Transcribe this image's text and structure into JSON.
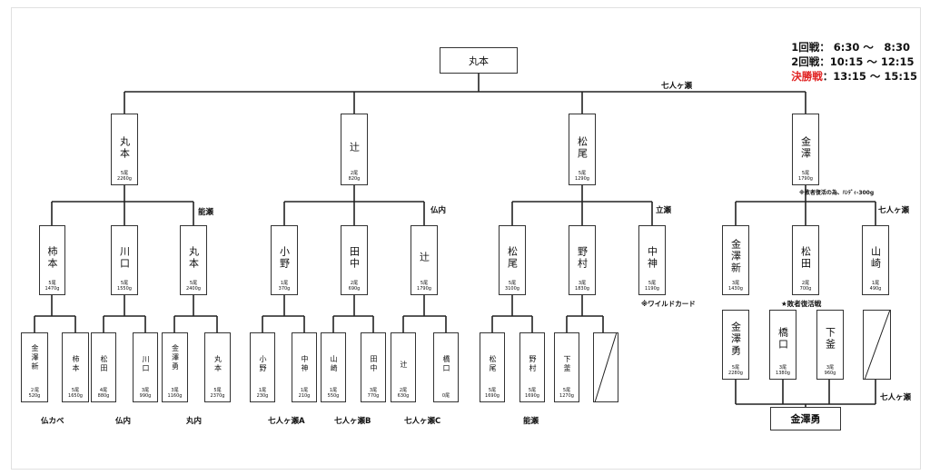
{
  "champion": "丸本",
  "schedule": [
    {
      "round": "1回戦",
      "colon": "：",
      "time": " 6:30 〜　8:30",
      "highlight": false
    },
    {
      "round": "2回戦",
      "colon": "：",
      "time": "10:15 〜 12:15",
      "highlight": false
    },
    {
      "round": "決勝戦",
      "colon": "：",
      "time": "13:15 〜 15:15",
      "highlight": true
    }
  ],
  "final_venue": "七人ヶ瀬",
  "round2": [
    {
      "name": "丸本",
      "count": "5尾",
      "weight": "2260g",
      "venue": "能瀬"
    },
    {
      "name": "辻",
      "count": "2尾",
      "weight": "820g",
      "venue": "仏内"
    },
    {
      "name": "松尾",
      "count": "5尾",
      "weight": "1290g",
      "venue": "立瀬"
    },
    {
      "name": "金澤",
      "count": "5尾",
      "weight": "1790g",
      "venue": "七人ヶ瀬"
    }
  ],
  "notes": {
    "handicap": "※敗者復活の為、ﾊﾝﾃﾞｨ-300g",
    "wildcard": "※ワイルドカード",
    "repechage": "★敗者復活戦"
  },
  "round1": [
    {
      "name": "柿本",
      "count": "5尾",
      "weight": "1470g"
    },
    {
      "name": "川口",
      "count": "5尾",
      "weight": "1550g"
    },
    {
      "name": "丸本",
      "count": "5尾",
      "weight": "2400g"
    },
    {
      "name": "小野",
      "count": "1尾",
      "weight": "370g"
    },
    {
      "name": "田中",
      "count": "2尾",
      "weight": "690g"
    },
    {
      "name": "辻",
      "count": "5尾",
      "weight": "1790g"
    },
    {
      "name": "松尾",
      "count": "5尾",
      "weight": "3100g"
    },
    {
      "name": "野村",
      "count": "3尾",
      "weight": "1830g"
    },
    {
      "name": "中神",
      "count": "5尾",
      "weight": "1190g"
    },
    {
      "name": "金澤新",
      "count": "3尾",
      "weight": "1430g"
    },
    {
      "name": "松田",
      "count": "2尾",
      "weight": "700g"
    },
    {
      "name": "山崎",
      "count": "1尾",
      "weight": "490g"
    }
  ],
  "round0": [
    {
      "name": "金澤新",
      "count": "２尾",
      "weight": "520g"
    },
    {
      "name": "柿本",
      "count": "5尾",
      "weight": "1650g"
    },
    {
      "name": "松田",
      "count": "4尾",
      "weight": "880g"
    },
    {
      "name": "川口",
      "count": "3尾",
      "weight": "990g"
    },
    {
      "name": "金澤勇",
      "count": "3尾",
      "weight": "1160g"
    },
    {
      "name": "丸本",
      "count": "5尾",
      "weight": "2370g"
    },
    {
      "name": "小野",
      "count": "1尾",
      "weight": "230g"
    },
    {
      "name": "中神",
      "count": "1尾",
      "weight": "210g"
    },
    {
      "name": "山崎",
      "count": "1尾",
      "weight": "550g"
    },
    {
      "name": "田中",
      "count": "3尾",
      "weight": "770g"
    },
    {
      "name": "辻",
      "count": "2尾",
      "weight": "630g"
    },
    {
      "name": "橋口",
      "count": "0尾",
      "weight": ""
    },
    {
      "name": "松尾",
      "count": "5尾",
      "weight": "1690g"
    },
    {
      "name": "野村",
      "count": "5尾",
      "weight": "1690g"
    },
    {
      "name": "下釜",
      "count": "5尾",
      "weight": "1270g"
    }
  ],
  "round0_venues": [
    "仏カベ",
    "仏内",
    "丸内",
    "七人ヶ瀬A",
    "七人ヶ瀬B",
    "七人ヶ瀬C",
    "能瀬"
  ],
  "repechage_players": [
    {
      "name": "金澤勇",
      "count": "5尾",
      "weight": "2280g"
    },
    {
      "name": "橋口",
      "count": "3尾",
      "weight": "1380g"
    },
    {
      "name": "下釜",
      "count": "3尾",
      "weight": "960g"
    }
  ],
  "repechage_winner": "金澤勇",
  "repechage_venue": "七人ヶ瀬"
}
